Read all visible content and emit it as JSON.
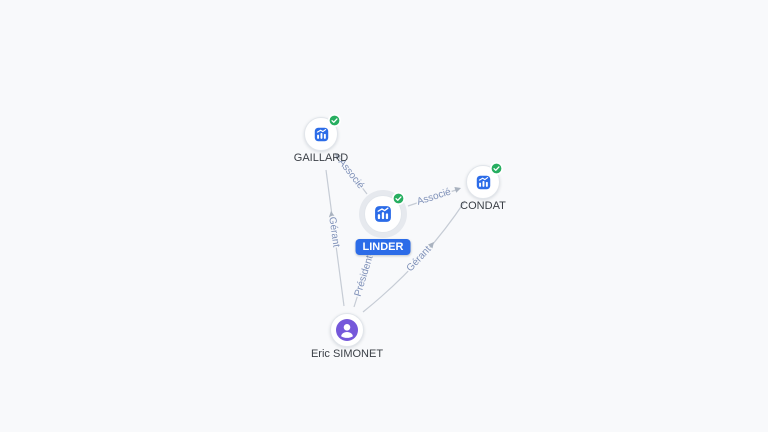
{
  "graph": {
    "nodes": [
      {
        "id": "gaillard",
        "label": "GAILLARD",
        "type": "company",
        "verified": true,
        "selected": false
      },
      {
        "id": "linder",
        "label": "LINDER",
        "type": "company",
        "verified": true,
        "selected": true
      },
      {
        "id": "condat",
        "label": "CONDAT",
        "type": "company",
        "verified": true,
        "selected": false
      },
      {
        "id": "eric-simonet",
        "label": "Eric SIMONET",
        "type": "person",
        "verified": false,
        "selected": false
      }
    ],
    "edges": [
      {
        "from": "linder",
        "to": "gaillard",
        "label": "Associé"
      },
      {
        "from": "linder",
        "to": "condat",
        "label": "Associé"
      },
      {
        "from": "eric-simonet",
        "to": "gaillard",
        "label": "Gérant"
      },
      {
        "from": "eric-simonet",
        "to": "linder",
        "label": "Président"
      },
      {
        "from": "eric-simonet",
        "to": "condat",
        "label": "Gérant"
      }
    ],
    "icons": {
      "company": "building-chart-icon",
      "person": "user-icon",
      "verified": "check-badge-icon"
    },
    "colors": {
      "background": "#f8f9fb",
      "company_icon": "#2c6ce8",
      "person_icon": "#7558da",
      "verified_badge": "#27ae60",
      "selected_node_label_bg": "#2c6ce8",
      "selected_node_label_text": "#ffffff",
      "edge_line": "#c6ccd5",
      "edge_label": "#7e90b8",
      "node_label": "#3a3f46"
    }
  }
}
